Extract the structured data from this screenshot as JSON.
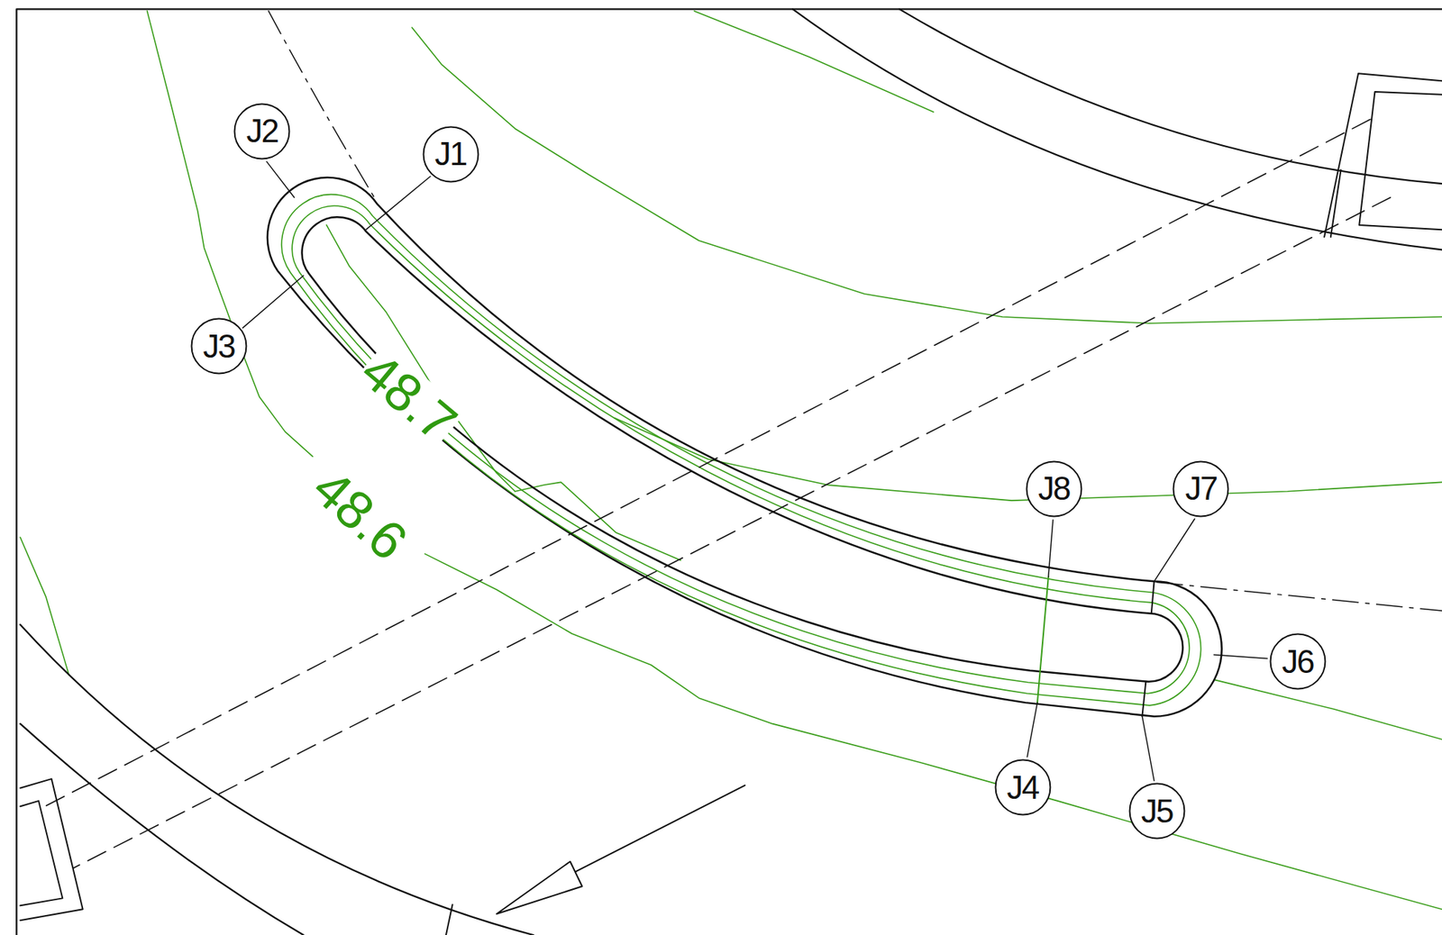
{
  "diagram": {
    "nodes": [
      {
        "text": [
          "J2"
        ]
      },
      {
        "text": [
          "J1"
        ]
      },
      {
        "text": [
          "J3"
        ]
      },
      {
        "text": [
          "J8"
        ]
      },
      {
        "text": [
          "J7"
        ]
      },
      {
        "text": [
          "J6"
        ]
      },
      {
        "text": [
          "J4"
        ]
      },
      {
        "text": [
          "J5"
        ]
      }
    ],
    "labels": [
      "48.7",
      "48.6"
    ]
  }
}
